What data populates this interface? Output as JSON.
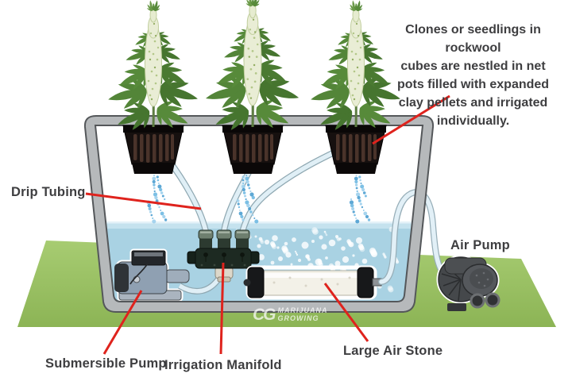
{
  "diagram": {
    "annotation": {
      "lines": [
        "Clones or seedlings in rockwool",
        "cubes are nestled in net",
        "pots filled with expanded",
        "clay pellets and irrigated",
        "individually."
      ]
    },
    "labels": {
      "drip_tubing": "Drip Tubing",
      "air_pump": "Air Pump",
      "submersible_pump": "Submersible Pump",
      "irrigation_manifold": "Irrigation Manifold",
      "large_air_stone": "Large Air Stone"
    },
    "watermark": {
      "mark": "CG",
      "line1": "MARIJUANA",
      "line2": "GROWING"
    },
    "colors": {
      "red_line": "#df231d",
      "water": "#a9d2e3",
      "ground_top": "#a7cc72",
      "ground_bottom": "#8cb455",
      "tank_gray": "#b6b9bb",
      "label_text": "#3e3e40"
    }
  }
}
